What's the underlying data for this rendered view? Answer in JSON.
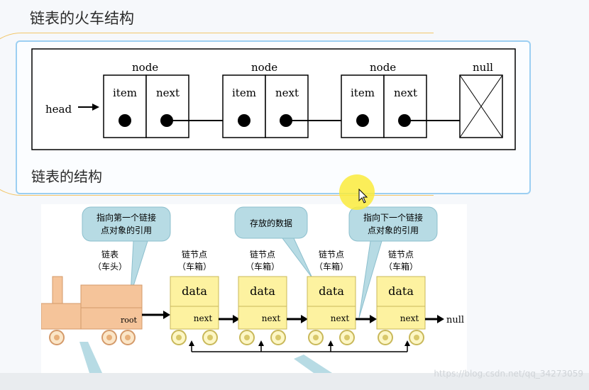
{
  "page": {
    "title": "链表的火车结构",
    "section_label": "链表的结构"
  },
  "linked_list": {
    "head_label": "head",
    "node_label": "node",
    "item_label": "item",
    "next_label": "next",
    "null_label": "null"
  },
  "train": {
    "bubble_pointer_first": [
      "指向第一个链接",
      "点对象的引用"
    ],
    "bubble_data": "存放的数据",
    "bubble_pointer_next": [
      "指向下一个链接",
      "点对象的引用"
    ],
    "locomotive_label": [
      "链表",
      "（车头）"
    ],
    "car_label": [
      "链节点",
      "（车箱）"
    ],
    "root_label": "root",
    "data_label": "data",
    "next_label": "next",
    "null_label": "null"
  },
  "watermark": "https://blog.csdn.net/qq_34273059",
  "colors": {
    "frame_blue": "#9ccff2",
    "arc_orange": "#f2c76b",
    "car_yellow": "#fdf2a0",
    "engine_orange": "#f5c49a",
    "bubble_blue": "#b7dbe4"
  }
}
